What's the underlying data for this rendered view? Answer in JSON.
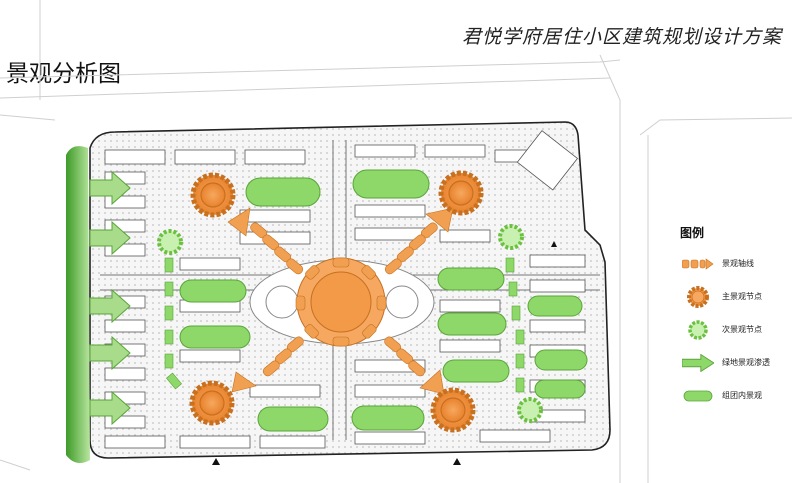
{
  "header": {
    "project_title": "君悦学府居住小区建筑规划设计方案",
    "page_title": "景观分析图"
  },
  "legend": {
    "heading": "图例",
    "items": [
      {
        "label": "景观轴线",
        "icon": "landscape-axis-icon"
      },
      {
        "label": "主景观节点",
        "icon": "main-node-icon"
      },
      {
        "label": "次景观节点",
        "icon": "secondary-node-icon"
      },
      {
        "label": "绿地景观渗透",
        "icon": "green-penetration-arrow-icon"
      },
      {
        "label": "组团内景观",
        "icon": "cluster-landscape-icon"
      }
    ]
  },
  "colors": {
    "axis_orange": "#f0a050",
    "node_orange": "#f08a2c",
    "secondary_green": "#8fd46a",
    "green_arrow": "#6cc040",
    "cluster_green": "#8ed86a",
    "building_outline": "#555555"
  }
}
